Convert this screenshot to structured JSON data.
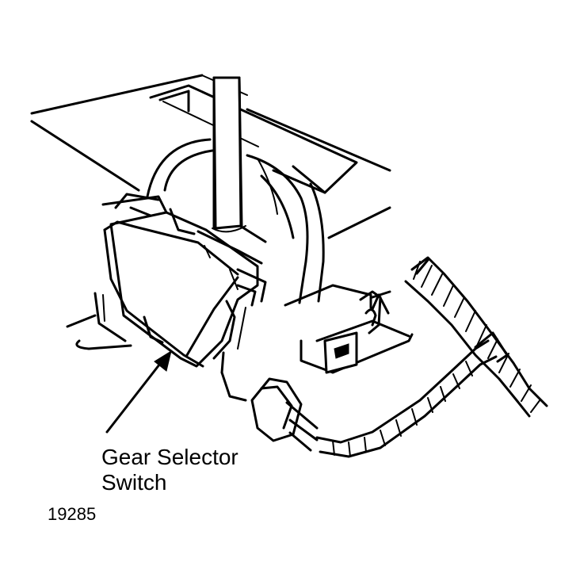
{
  "callout": {
    "label_line1": "Gear Selector",
    "label_line2": "Switch"
  },
  "figure_number": "19285",
  "colors": {
    "ink": "#000000",
    "paper": "#ffffff"
  }
}
